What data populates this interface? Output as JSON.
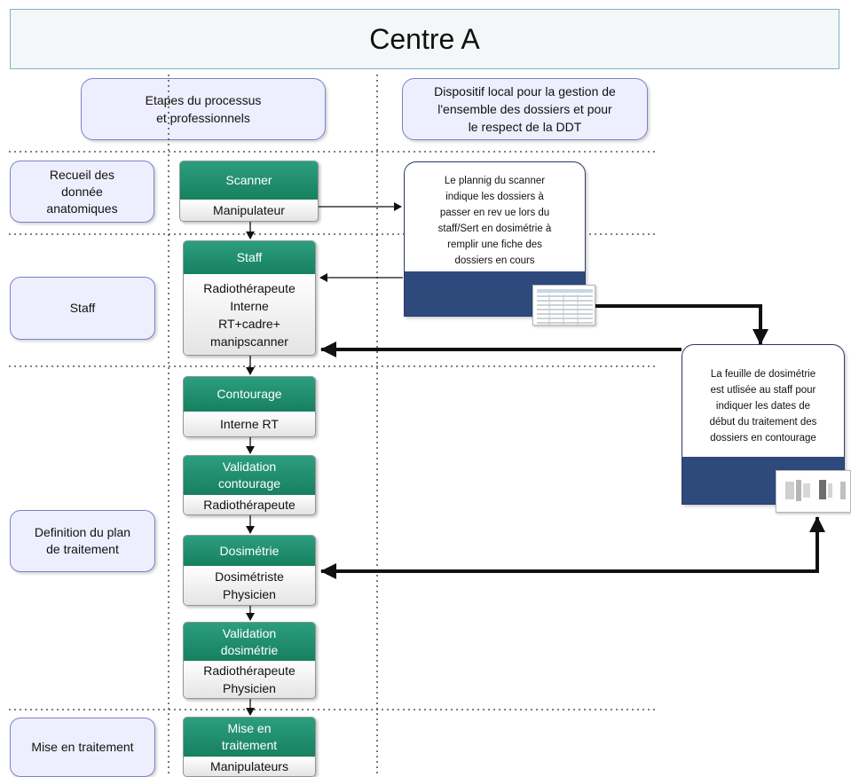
{
  "title": "Centre A",
  "headers": {
    "left": [
      "Etapes du processus",
      "et professionnels"
    ],
    "right": [
      "Dispositif local pour la gestion de",
      "l'ensemble des dossiers et pour",
      "le respect de la DDT"
    ]
  },
  "stages": [
    [
      "Recueil des",
      "donnée",
      "anatomiques"
    ],
    [
      "Staff"
    ],
    [
      "Definition du plan",
      "de traitement"
    ],
    [
      "Mise en traitement"
    ]
  ],
  "processes": [
    {
      "title": [
        "Scanner"
      ],
      "roles": [
        "Manipulateur"
      ]
    },
    {
      "title": [
        "Staff"
      ],
      "roles": [
        "Radiothérapeute",
        "Interne",
        "RT+cadre+",
        "manipscanner"
      ]
    },
    {
      "title": [
        "Contourage"
      ],
      "roles": [
        "Interne RT"
      ]
    },
    {
      "title": [
        "Validation",
        "contourage"
      ],
      "roles": [
        "Radiothérapeute"
      ]
    },
    {
      "title": [
        "Dosimétrie"
      ],
      "roles": [
        "Dosimétriste",
        "Physicien"
      ]
    },
    {
      "title": [
        "Validation",
        "dosimétrie"
      ],
      "roles": [
        "Radiothérapeute",
        "Physicien"
      ]
    },
    {
      "title": [
        "Mise en",
        "traitement"
      ],
      "roles": [
        "Manipulateurs"
      ]
    }
  ],
  "notes": [
    [
      "Le plannig du scanner",
      "indique les dossiers à",
      "passer en rev ue lors du",
      "staff/Sert en dosimétrie à",
      "remplir une fiche des",
      "dossiers en cours"
    ],
    [
      "La feuille de dosimétrie",
      "est utlisée au staff pour",
      "indiquer les dates de",
      "début du traitement des",
      "dossiers en contourage"
    ]
  ],
  "colors": {
    "process_header": "#1a8a68",
    "stage_fill": "#eeeefe",
    "stage_border": "#7b84c6",
    "note_band": "#2e4a7d",
    "title_border": "#7fb3c7"
  }
}
